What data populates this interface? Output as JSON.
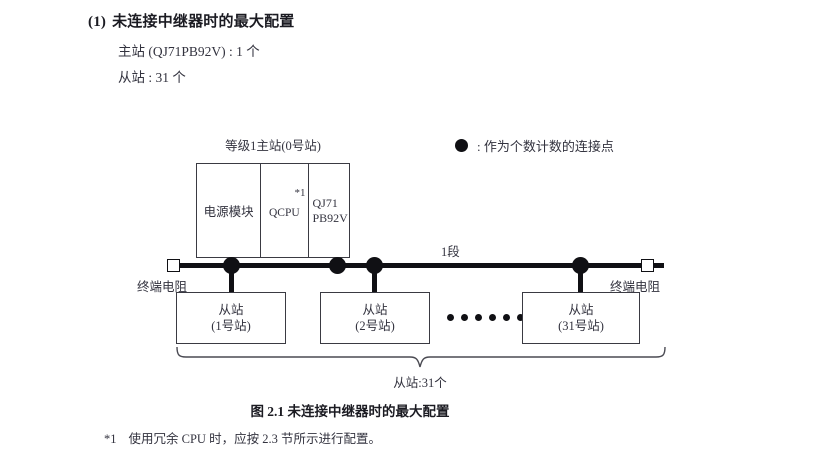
{
  "heading": {
    "number": "(1)",
    "title": "未连接中继器时的最大配置",
    "line1": "主站 (QJ71PB92V) : 1 个",
    "line2": "从站 : 31 个"
  },
  "legend": {
    "symbol": "filled-circle",
    "text": ": 作为个数计数的连接点"
  },
  "diagram": {
    "master": {
      "label": "等级1主站(0号站)",
      "cells": [
        {
          "text": "电源模块"
        },
        {
          "text": "QCPU",
          "superscript": "*1"
        },
        {
          "line1": "QJ71",
          "line2": "PB92V"
        }
      ]
    },
    "segment_label": "1段",
    "terminator_left": "终端电阻",
    "terminator_right": "终端电阻",
    "slaves": [
      {
        "title": "从站",
        "station": "(1号站)"
      },
      {
        "title": "从站",
        "station": "(2号站)"
      },
      {
        "title": "从站",
        "station": "(31号站)"
      }
    ],
    "ellipsis_count": 6,
    "brace_label": "从站:31个"
  },
  "figure_caption": "图 2.1  未连接中继器时的最大配置",
  "footnote": {
    "mark": "*1",
    "text": "使用冗余 CPU 时，应按 2.3 节所示进行配置。"
  },
  "colors": {
    "ink": "#33333f",
    "line": "#101014",
    "box_border": "#3a3a42",
    "background": "#ffffff"
  }
}
